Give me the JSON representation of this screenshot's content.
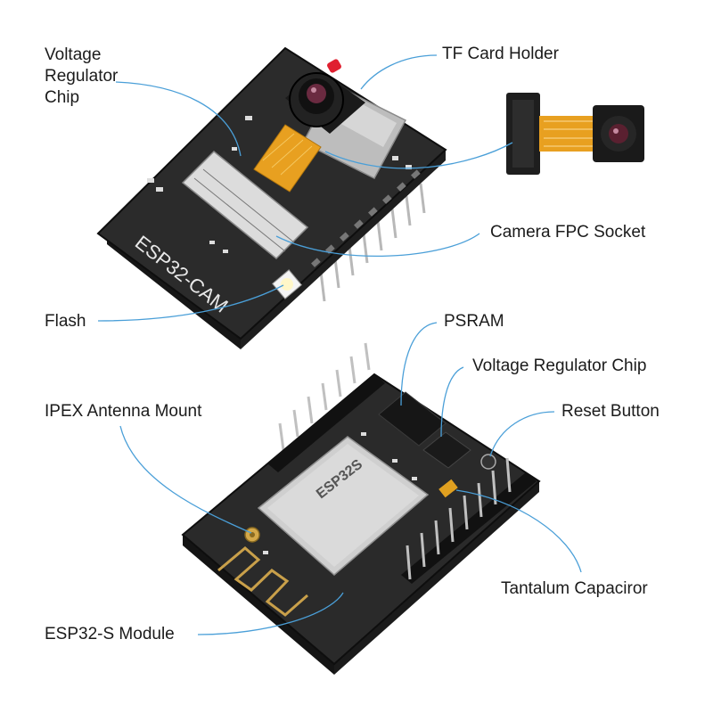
{
  "diagram": {
    "top_board_labels": {
      "voltage_regulator": "Voltage Regulator Chip",
      "tf_card_holder": "TF Card Holder",
      "camera_fpc_socket": "Camera FPC Socket",
      "flash": "Flash",
      "board_silkscreen": "ESP32-CAM"
    },
    "bottom_board_labels": {
      "psram": "PSRAM",
      "voltage_regulator": "Voltage Regulator Chip",
      "ipex_antenna_mount": "IPEX Antenna Mount",
      "reset_button": "Reset Button",
      "tantalum_capacitor": "Tantalum Capaciror",
      "esp32s_module": "ESP32-S Module",
      "module_marking": "ESP32S"
    },
    "colors": {
      "leader_line": "#4a9fd8",
      "pcb": "#2b2b2b",
      "pcb_edge": "#111111",
      "module_shield": "#cfcfcf",
      "fpc_cable": "#e8a020",
      "pin_metal": "#c9c9c9",
      "flash_led": "#fff7c8",
      "tantalum": "#e0a020"
    }
  }
}
